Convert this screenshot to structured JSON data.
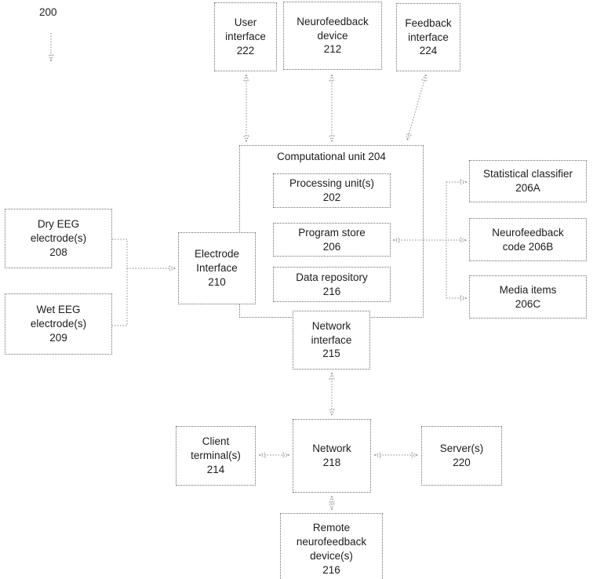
{
  "diagram": {
    "figure_number": "200",
    "boxes": {
      "user_interface": {
        "label": "User\ninterface\n222"
      },
      "neurofeedback_device": {
        "label": "Neurofeedback\ndevice\n212"
      },
      "feedback_interface": {
        "label": "Feedback\ninterface\n224"
      },
      "computational_unit": {
        "title": "Computational unit 204"
      },
      "processing_units": {
        "label": "Processing unit(s)\n202"
      },
      "program_store": {
        "label": "Program store\n206"
      },
      "data_repository": {
        "label": "Data repository\n216"
      },
      "electrode_interface": {
        "label": "Electrode\nInterface\n210"
      },
      "dry_eeg_electrodes": {
        "label": "Dry EEG\nelectrode(s)\n208"
      },
      "wet_eeg_electrodes": {
        "label": "Wet EEG\nelectrode(s)\n209"
      },
      "statistical_classifier": {
        "label": "Statistical classifier\n206A"
      },
      "neurofeedback_code": {
        "label": "Neurofeedback\ncode 206B"
      },
      "media_items": {
        "label": "Media items\n206C"
      },
      "network_interface": {
        "label": "Network\ninterface\n215"
      },
      "client_terminals": {
        "label": "Client\nterminal(s)\n214"
      },
      "network": {
        "label": "Network\n218"
      },
      "servers": {
        "label": "Server(s)\n220"
      },
      "remote_neurofeedback_devices": {
        "label": "Remote\nneurofeedback\ndevice(s)\n216"
      }
    },
    "colors": {
      "background": "#ffffff",
      "border": "#6f6f6f",
      "line": "#8a8a8a",
      "arrowhead": "#111111",
      "text": "#1d1d1d"
    }
  }
}
